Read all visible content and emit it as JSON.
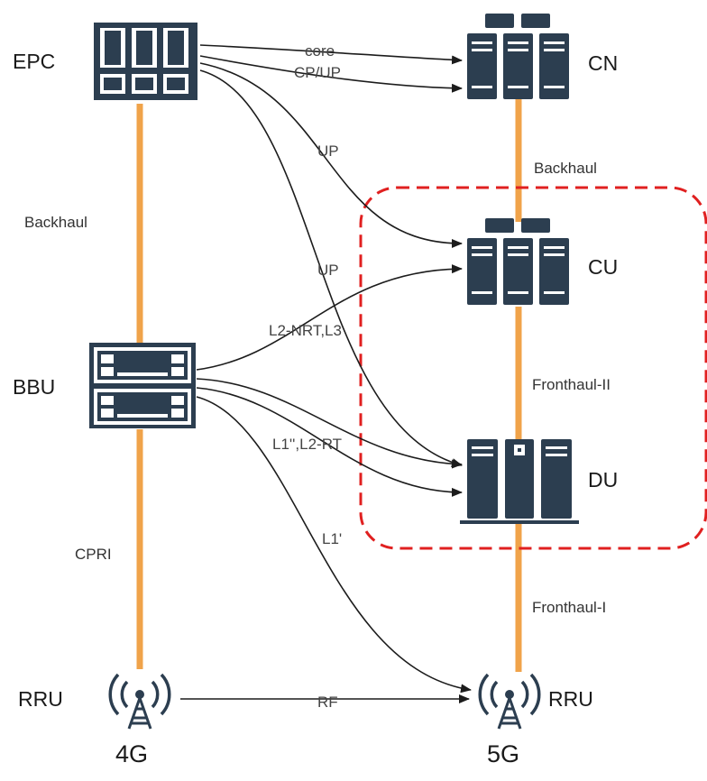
{
  "colors": {
    "device": "#2c3e50",
    "device_light": "#ffffff",
    "link_line": "#f0a34a",
    "boundary": "#e02020",
    "arrow": "#1c1c1c"
  },
  "icons": [
    "server-rack-icon",
    "baseband-unit-icon",
    "server-stack-icon",
    "du-cabinet-icon",
    "radio-tower-icon"
  ],
  "left": {
    "nodes": {
      "epc": "EPC",
      "bbu": "BBU",
      "rru": "RRU"
    },
    "links": {
      "backhaul": "Backhaul",
      "cpri": "CPRI"
    },
    "generation": "4G"
  },
  "right": {
    "nodes": {
      "cn": "CN",
      "cu": "CU",
      "du": "DU",
      "rru": "RRU"
    },
    "links": {
      "backhaul": "Backhaul",
      "fronthaul_ii": "Fronthaul-II",
      "fronthaul_i": "Fronthaul-I"
    },
    "generation": "5G"
  },
  "edges": {
    "core": "core",
    "cp_up": "CP/UP",
    "up_1": "UP",
    "up_2": "UP",
    "l2nrt_l3": "L2-NRT,L3",
    "l1pp_l2rt": "L1'',L2-RT",
    "l1p": "L1'",
    "rf": "RF"
  }
}
